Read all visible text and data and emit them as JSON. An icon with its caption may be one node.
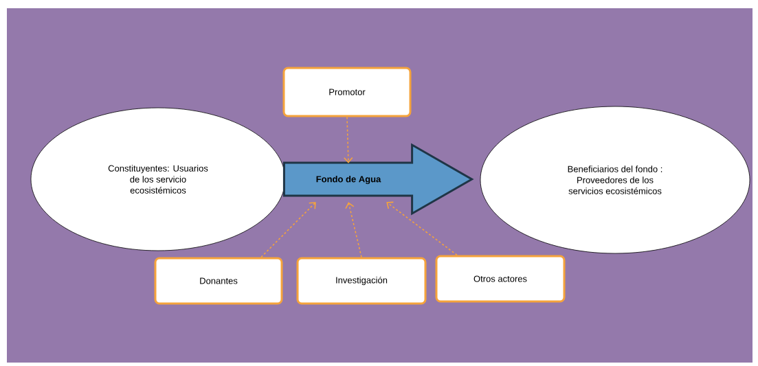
{
  "diagram": {
    "nodes": [
      {
        "text": [
          "Constituyentes: Usuarios de los servicio ecosistémicos"
        ]
      },
      {
        "text": [
          "Promotor"
        ]
      },
      {
        "text": [
          "Fondo de Agua"
        ]
      },
      {
        "text": [
          "Beneficiarios del fondo : Proveedores de los servicios ecosistémicos"
        ]
      },
      {
        "text": [
          "Donantes"
        ]
      },
      {
        "text": [
          "Investigación"
        ]
      },
      {
        "text": [
          "Otros actores"
        ]
      }
    ],
    "edges": [
      {
        "from": 1,
        "to": 2,
        "arrow": "to",
        "style": "dashed"
      },
      {
        "from": 4,
        "to": 2,
        "arrow": "to",
        "style": "dashed"
      },
      {
        "from": 5,
        "to": 2,
        "arrow": "to",
        "style": "dashed"
      },
      {
        "from": 6,
        "to": 2,
        "arrow": "to",
        "style": "dashed"
      },
      {
        "from": 0,
        "to": 3,
        "arrow": "to",
        "style": "thick",
        "color": "#5b98c9"
      }
    ]
  }
}
